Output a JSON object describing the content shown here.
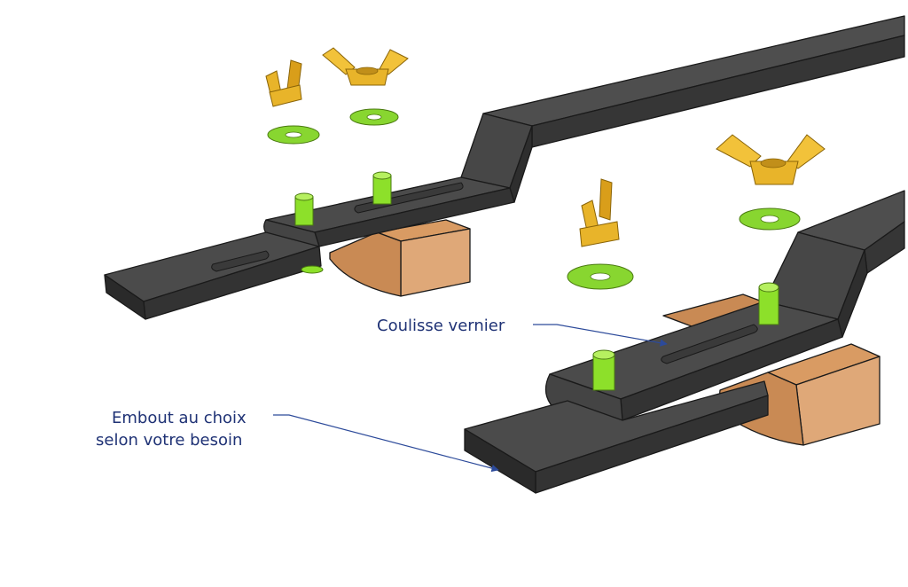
{
  "callouts": {
    "vernier_slide": "Coulisse vernier",
    "end_piece_line1": "Embout au choix",
    "end_piece_line2": "selon votre besoin"
  },
  "colors": {
    "bar_top": "#4b4b4b",
    "bar_side": "#2e2e2e",
    "bar_front": "#3a3a3a",
    "wood_front": "#c88a55",
    "wood_side": "#e0ac7a",
    "wood_top": "#d99b63",
    "pin": "#8de02a",
    "washer": "#88d630",
    "wing_nut": "#e8b42a",
    "callout_text": "#1f3275",
    "leader_line": "#2c4a9a"
  }
}
